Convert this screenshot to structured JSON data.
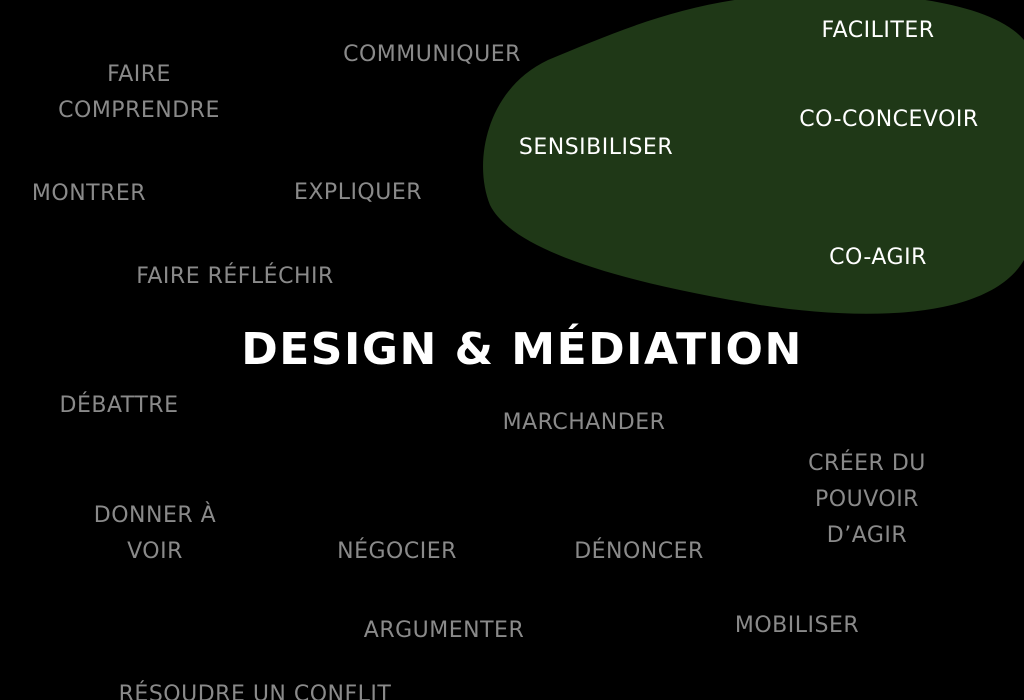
{
  "colors": {
    "background": "#000000",
    "blob": "#1f3817",
    "muted_text": "#8a8a8a",
    "highlight_text": "#ffffff"
  },
  "title": "DESIGN & MÉDIATION",
  "highlighted_words": {
    "faciliter": "FACILITER",
    "co_concevoir": "CO-CONCEVOIR",
    "sensibiliser": "SENSIBILISER",
    "co_agir": "CO-AGIR"
  },
  "words": {
    "communiquer": "COMMUNIQUER",
    "faire_comprendre_1": "FAIRE",
    "faire_comprendre_2": "COMPRENDRE",
    "montrer": "MONTRER",
    "expliquer": "EXPLIQUER",
    "faire_reflechir": "FAIRE RÉFLÉCHIR",
    "debattre": "DÉBATTRE",
    "marchander": "MARCHANDER",
    "creer_1": "CRÉER DU",
    "creer_2": "POUVOIR",
    "creer_3": "D’AGIR",
    "donner_1": "DONNER À",
    "donner_2": "VOIR",
    "negocier": "NÉGOCIER",
    "denoncer": "DÉNONCER",
    "argumenter": "ARGUMENTER",
    "mobiliser": "MOBILISER",
    "resoudre": "RÉSOUDRE UN CONFLIT"
  }
}
